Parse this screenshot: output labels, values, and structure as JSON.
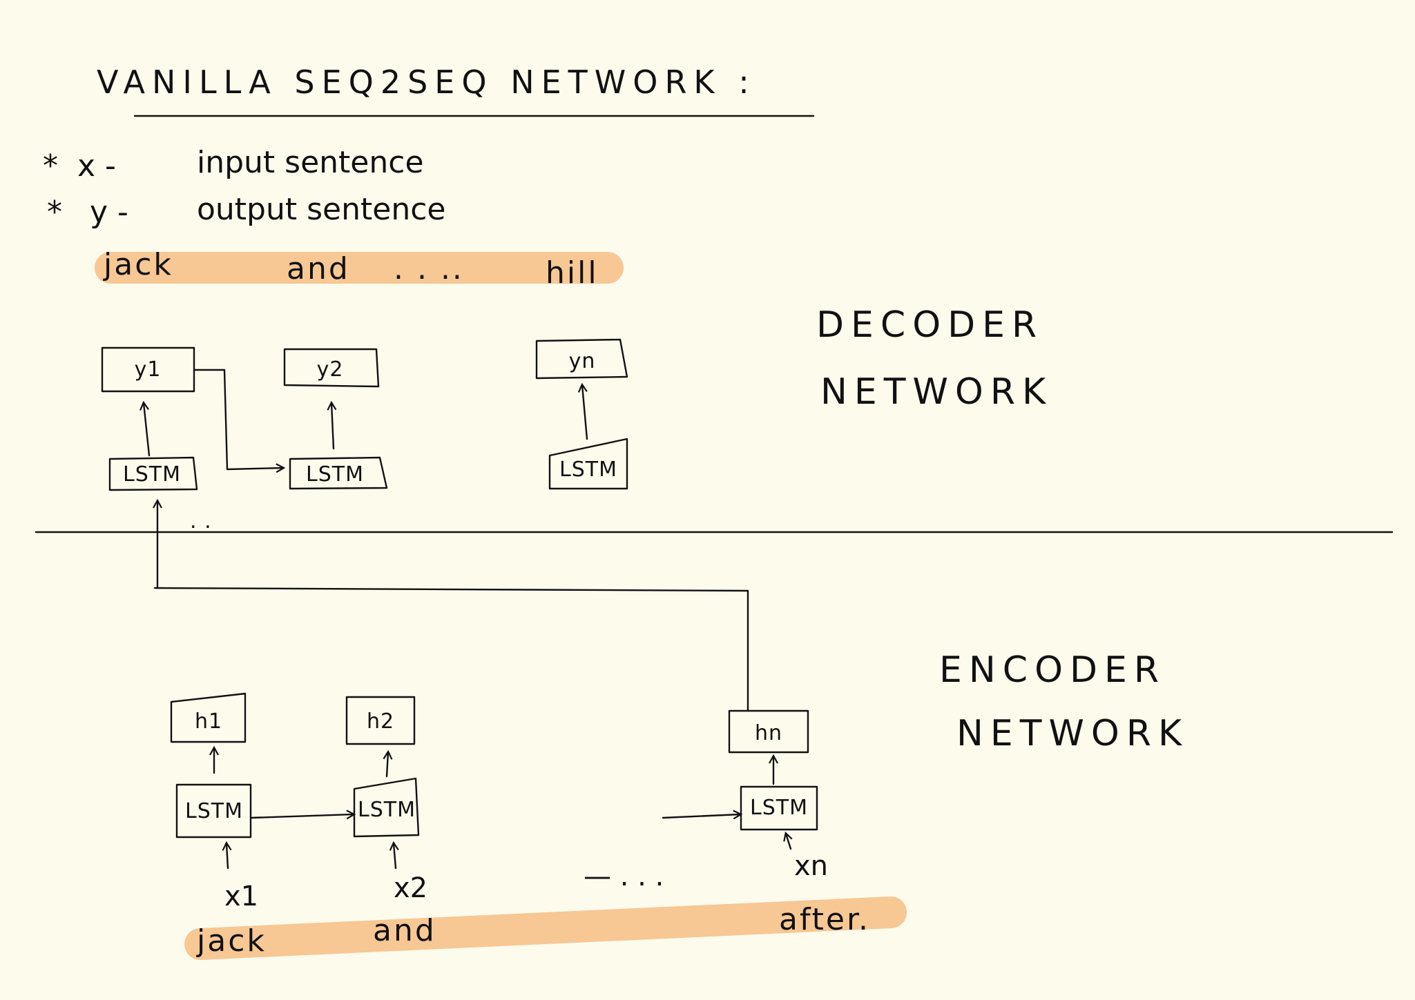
{
  "title": "VANILLA  SEQ2SEQ  NETWORK :",
  "bullets": [
    {
      "mark": "*",
      "symbol": "x -",
      "text": "input sentence"
    },
    {
      "mark": "*",
      "symbol": "y -",
      "text": "output sentence"
    }
  ],
  "output_sentence": {
    "first": "jack",
    "second": "and",
    "dots": ". . ..",
    "last": "hill"
  },
  "input_sentence": {
    "first": "jack",
    "second": "and",
    "last": "after."
  },
  "decoder": {
    "label_line1": "DECODER",
    "label_line2": "NETWORK",
    "outputs": [
      "y1",
      "y2",
      "yn"
    ],
    "cell_label": "LSTM",
    "trailing_dots": ". ."
  },
  "encoder": {
    "label_line1": "ENCODER",
    "label_line2": "NETWORK",
    "hidden": [
      "h1",
      "h2",
      "hn"
    ],
    "cell_label": "LSTM",
    "inputs": [
      "x1",
      "x2",
      "xn"
    ],
    "ellipsis": "— . . ."
  },
  "colors": {
    "paper": "#fdfbec",
    "ink": "#111111",
    "highlight": "#f7c48f"
  }
}
